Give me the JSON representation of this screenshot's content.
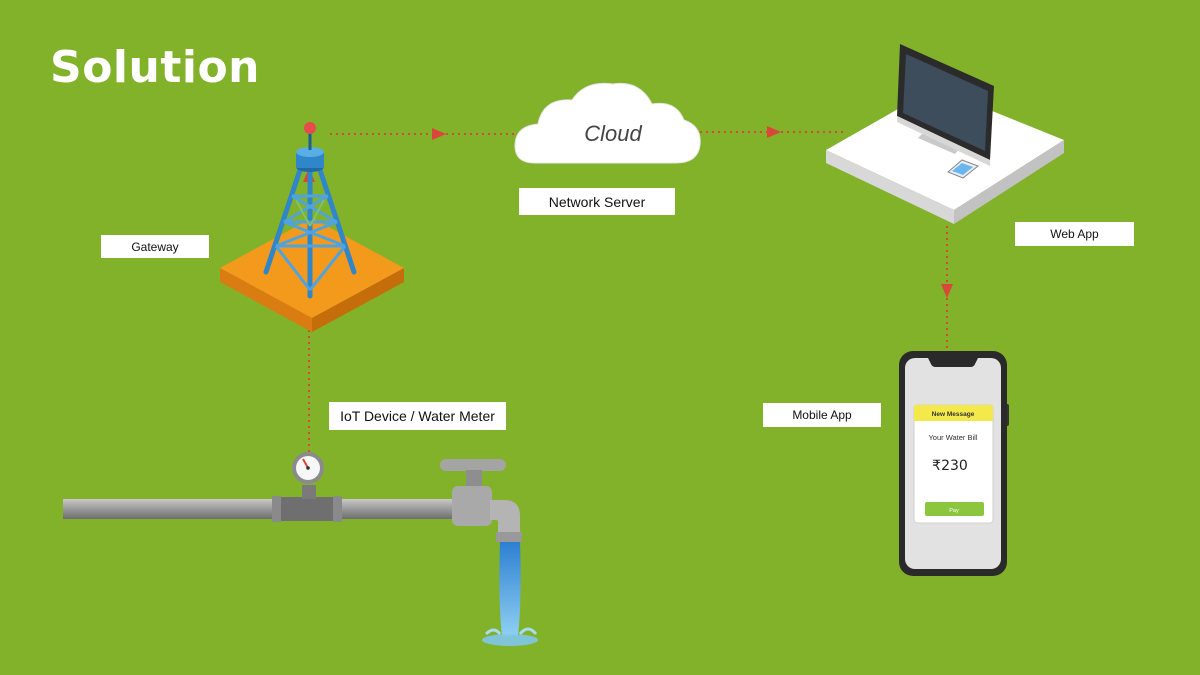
{
  "slide": {
    "title": "Solution"
  },
  "nodes": {
    "gateway": {
      "label": "Gateway"
    },
    "network_server": {
      "label": "Network Server",
      "cloud_text": "Cloud"
    },
    "web_app": {
      "label": "Web App"
    },
    "iot_device": {
      "label": "IoT Device / Water Meter"
    },
    "mobile_app": {
      "label": "Mobile App",
      "screen": {
        "header": "New Message",
        "subtitle": "Your Water Bill",
        "amount": "₹230",
        "button": "Pay"
      }
    }
  },
  "colors": {
    "background": "#82b12a",
    "connector": "#d9473a",
    "tower": "#2f86c9",
    "tower_base": "#f39a1c",
    "phone_accent": "#f4e94a",
    "pay_button": "#8cc63f"
  }
}
